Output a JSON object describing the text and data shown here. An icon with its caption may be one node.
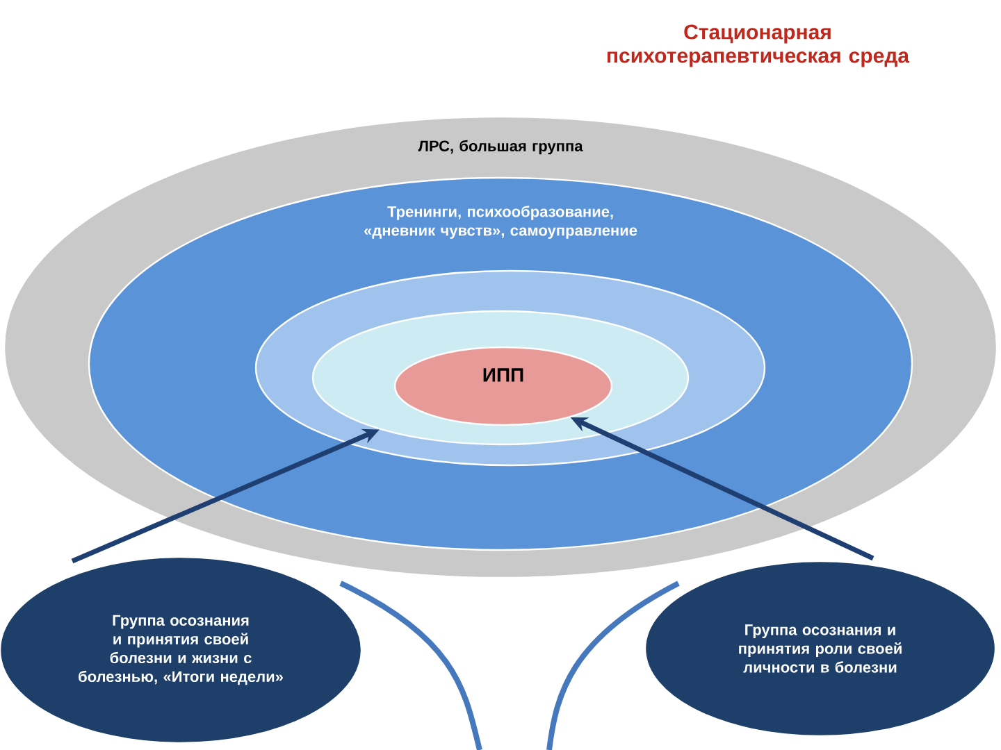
{
  "diagram": {
    "title": "Стационарная психотерапевтическая среда",
    "nodes": [
      {
        "text": [
          "ЛРС, большая группа"
        ]
      },
      {
        "text": [
          "Тренинги, психообразование, «дневник чувств», самоуправление"
        ],
        "in": 0
      },
      {
        "text": [],
        "shape": "ellipse",
        "in": 1
      },
      {
        "text": [],
        "shape": "ellipse",
        "in": 2
      },
      {
        "text": [
          "ИПП"
        ],
        "in": 3
      },
      {
        "text": [
          "Группа осознания и принятия своей болезни и жизни с болезнью, «Итоги недели»"
        ]
      },
      {
        "text": [
          "Группа осознания и принятия роли своей личности в болезни"
        ]
      }
    ],
    "edges": [
      {
        "from": 5,
        "to": 3,
        "arrow": "to"
      },
      {
        "from": 6,
        "to": 4,
        "arrow": "to"
      }
    ]
  }
}
